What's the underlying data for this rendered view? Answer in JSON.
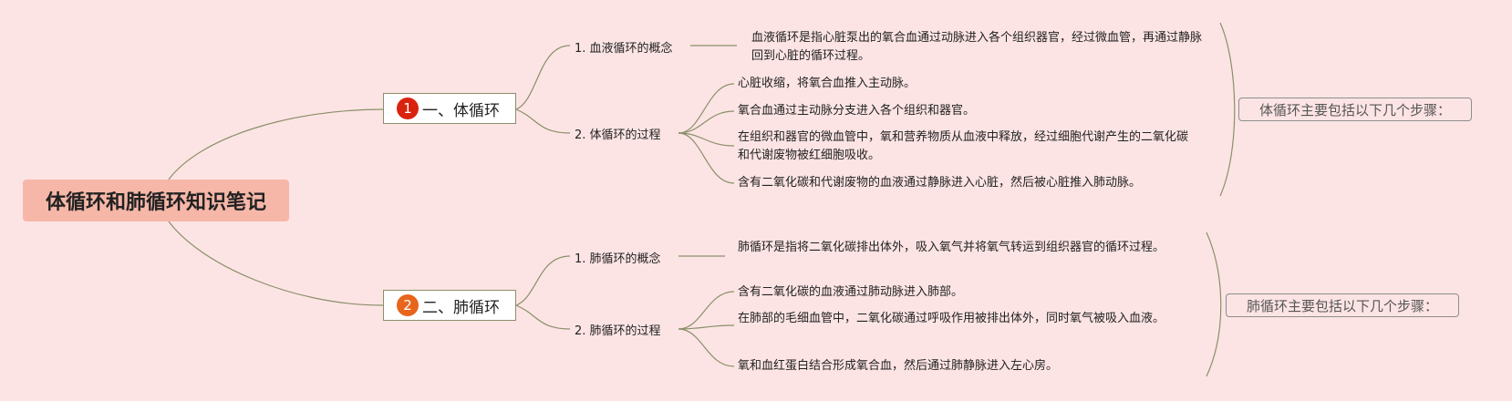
{
  "root": {
    "title": "体循环和肺循环知识笔记"
  },
  "branches": [
    {
      "badge": "1",
      "badge_color": "#d9230f",
      "label": "一、体循环",
      "concept": {
        "label": "1. 血液循环的概念",
        "text": "血液循环是指心脏泵出的氧合血通过动脉进入各个组织器官，经过微血管，再通过静脉回到心脏的循环过程。"
      },
      "process": {
        "label": "2. 体循环的过程",
        "steps": [
          "心脏收缩，将氧合血推入主动脉。",
          "氧合血通过主动脉分支进入各个组织和器官。",
          "在组织和器官的微血管中，氧和营养物质从血液中释放，经过细胞代谢产生的二氧化碳和代谢废物被红细胞吸收。",
          "含有二氧化碳和代谢废物的血液通过静脉进入心脏，然后被心脏推入肺动脉。"
        ]
      },
      "summary": "体循环主要包括以下几个步骤："
    },
    {
      "badge": "2",
      "badge_color": "#e8651d",
      "label": "二、肺循环",
      "concept": {
        "label": "1. 肺循环的概念",
        "text": "肺循环是指将二氧化碳排出体外，吸入氧气并将氧气转运到组织器官的循环过程。"
      },
      "process": {
        "label": "2. 肺循环的过程",
        "steps": [
          "含有二氧化碳的血液通过肺动脉进入肺部。",
          "在肺部的毛细血管中，二氧化碳通过呼吸作用被排出体外，同时氧气被吸入血液。",
          "氧和血红蛋白结合形成氧合血，然后通过肺静脉进入左心房。"
        ]
      },
      "summary": "肺循环主要包括以下几个步骤："
    }
  ],
  "colors": {
    "background": "#fde4e4",
    "root_fill": "#f6b7a8",
    "connector": "#8a8f6a"
  }
}
